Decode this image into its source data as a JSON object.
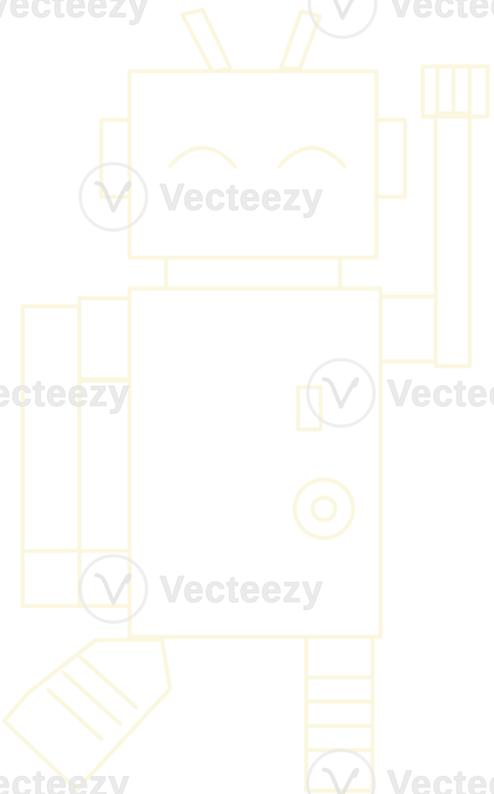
{
  "illustration": {
    "subject": "robot",
    "style": "thin outline drawing on white background",
    "stroke_color": "#fbf7df",
    "background_color": "#ffffff",
    "icon_name": "robot-icon"
  },
  "watermark": {
    "brand": "Vecteezy",
    "text_color": "#e8e8e8",
    "logo_name": "vecteezy-logo"
  }
}
